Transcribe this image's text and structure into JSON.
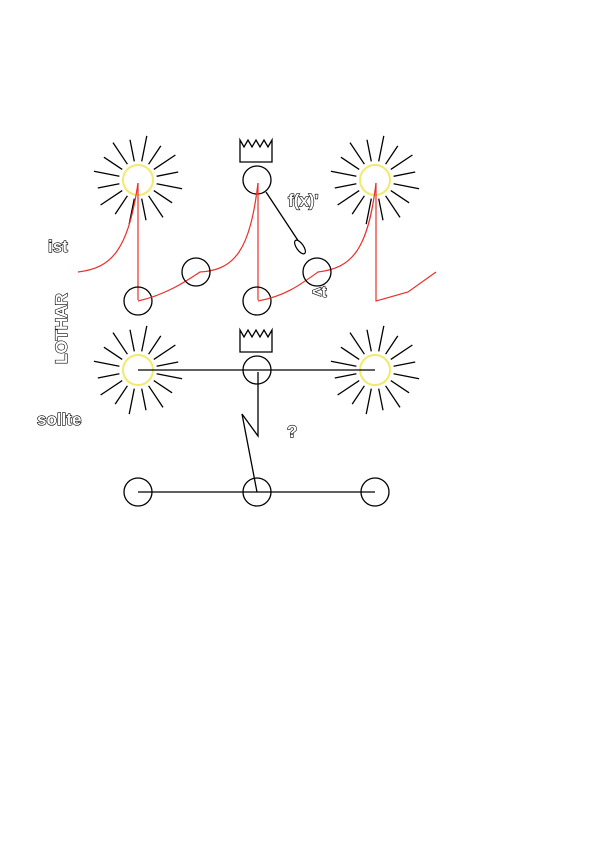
{
  "labels": {
    "ist": "ist",
    "lothar": "LOTHAR",
    "sollte": "sollte",
    "fx": "f(x)'",
    "t": "<t",
    "question": "?"
  },
  "colors": {
    "line": "#000000",
    "curve": "#e8312a",
    "halo": "#f2ea6a"
  },
  "icons": [
    "sun-icon",
    "crown-icon",
    "node-circle",
    "arrow-icon"
  ]
}
